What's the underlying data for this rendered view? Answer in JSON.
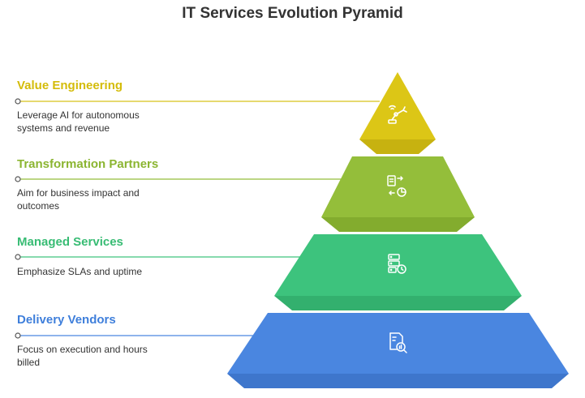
{
  "title": "IT Services Evolution Pyramid",
  "levels": [
    {
      "heading": "Value Engineering",
      "description": "Leverage AI for autonomous systems and revenue",
      "color": "#DCC616",
      "icon": "robot-arm-icon"
    },
    {
      "heading": "Transformation Partners",
      "description": "Aim for business impact and outcomes",
      "color": "#94BE3A",
      "icon": "document-chart-cycle-icon"
    },
    {
      "heading": "Managed Services",
      "description": "Emphasize SLAs and uptime",
      "color": "#3DC37D",
      "icon": "server-clock-icon"
    },
    {
      "heading": "Delivery Vendors",
      "description": "Focus on execution and hours billed",
      "color": "#4A86E0",
      "icon": "report-search-icon"
    }
  ]
}
